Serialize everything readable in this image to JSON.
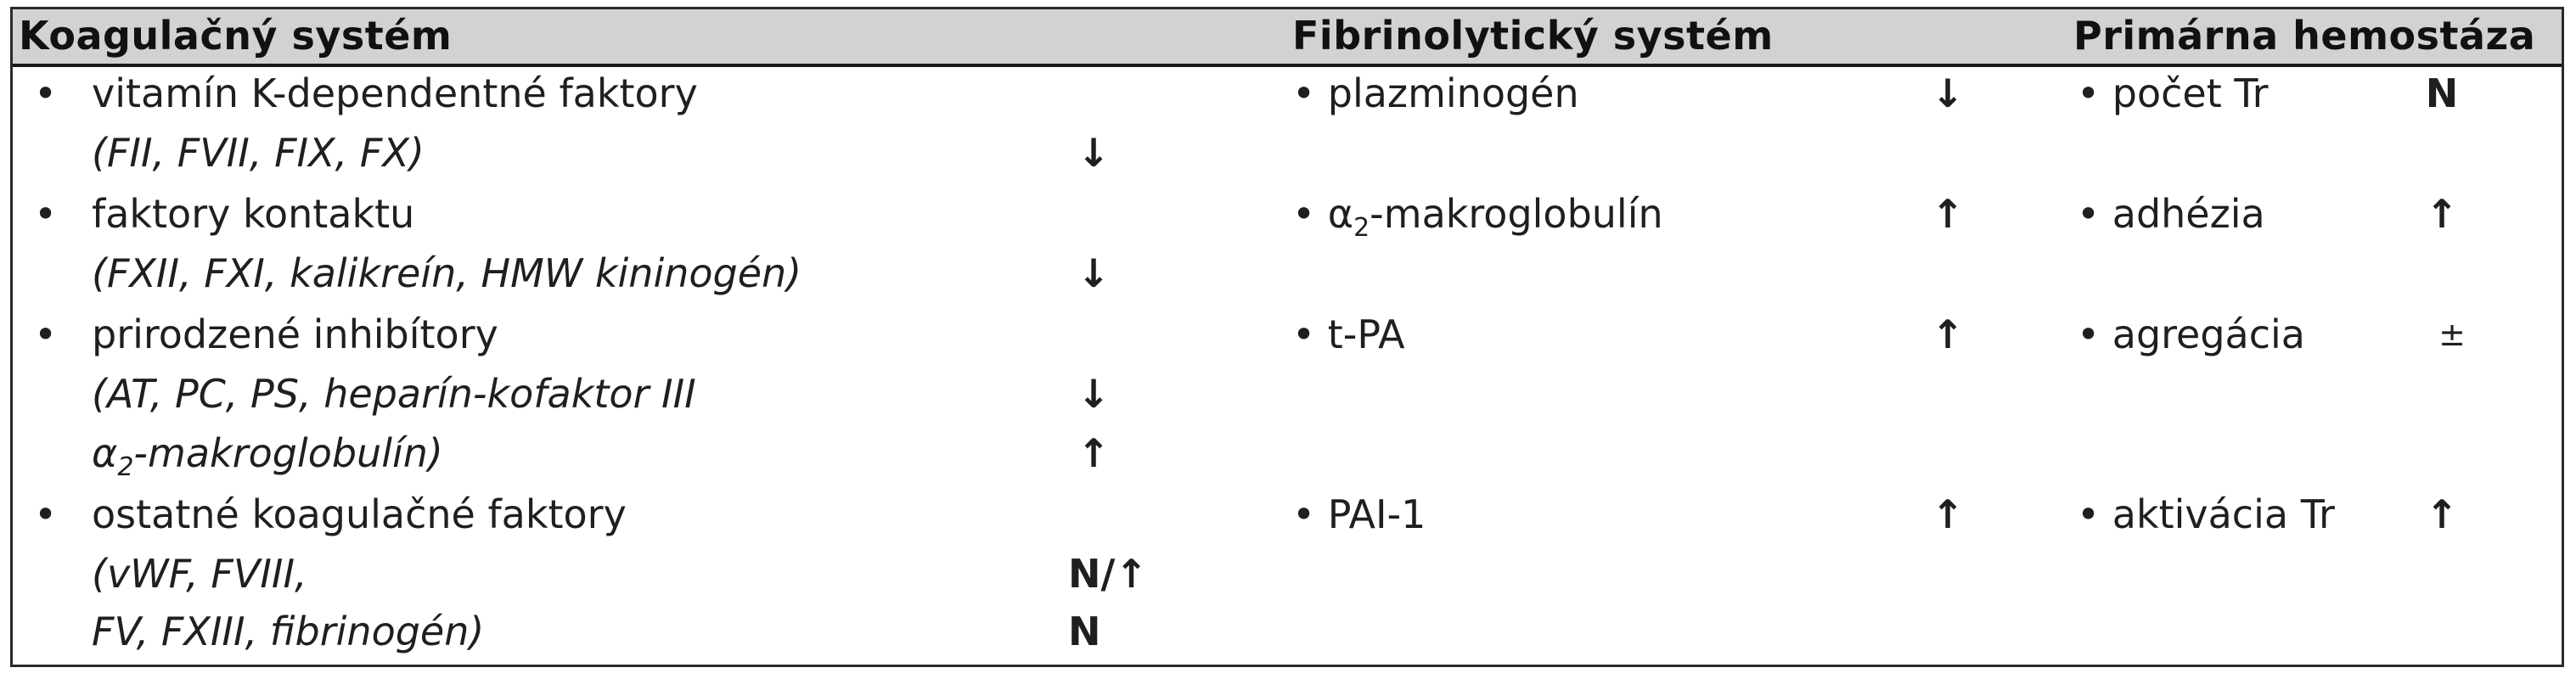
{
  "headers": {
    "coag": "Koagulačný systém",
    "fibr": "Fibrinolytický systém",
    "prim": "Primárna hemostáza"
  },
  "coag": {
    "bullet": "•",
    "r1_label": "vitamín K-dependentné faktory",
    "r1_detail": "(FII, FVII, FIX, FX)",
    "r1_val": "↓",
    "r2_label": "faktory kontaktu",
    "r2_detail": "(FXII, FXI, kalikreín, HMW kininogén)",
    "r2_val": "↓",
    "r3_label": "prirodzené inhibítory",
    "r3_detail1": "(AT, PC, PS, heparín-kofaktor III",
    "r3_val1": "↓",
    "r3_detail2_alpha": "α",
    "r3_detail2_sub": "2",
    "r3_detail2_rest": "-makroglobulín)",
    "r3_val2": "↑",
    "r4_label": "ostatné koagulačné faktory",
    "r4_detail1": "(vWF, FVIII,",
    "r4_val1": "N/↑",
    "r4_detail2": "FV, FXIII, fibrinogén)",
    "r4_val2": "N"
  },
  "fibr": {
    "r1_label": "• plazminogén",
    "r1_val": "↓",
    "r2_prefix": "• α",
    "r2_sub": "2",
    "r2_rest": "-makroglobulín",
    "r2_val": "↑",
    "r3_label": "• t-PA",
    "r3_val": "↑",
    "r4_label": "• PAI-1",
    "r4_val": "↑"
  },
  "prim": {
    "r1_label": "•  počet Tr",
    "r1_val": "N",
    "r2_label": "• adhézia",
    "r2_val": "↑",
    "r3_label": "• agregácia",
    "r3_val": "±",
    "r4_label": "• aktivácia Tr",
    "r4_val": "↑"
  }
}
